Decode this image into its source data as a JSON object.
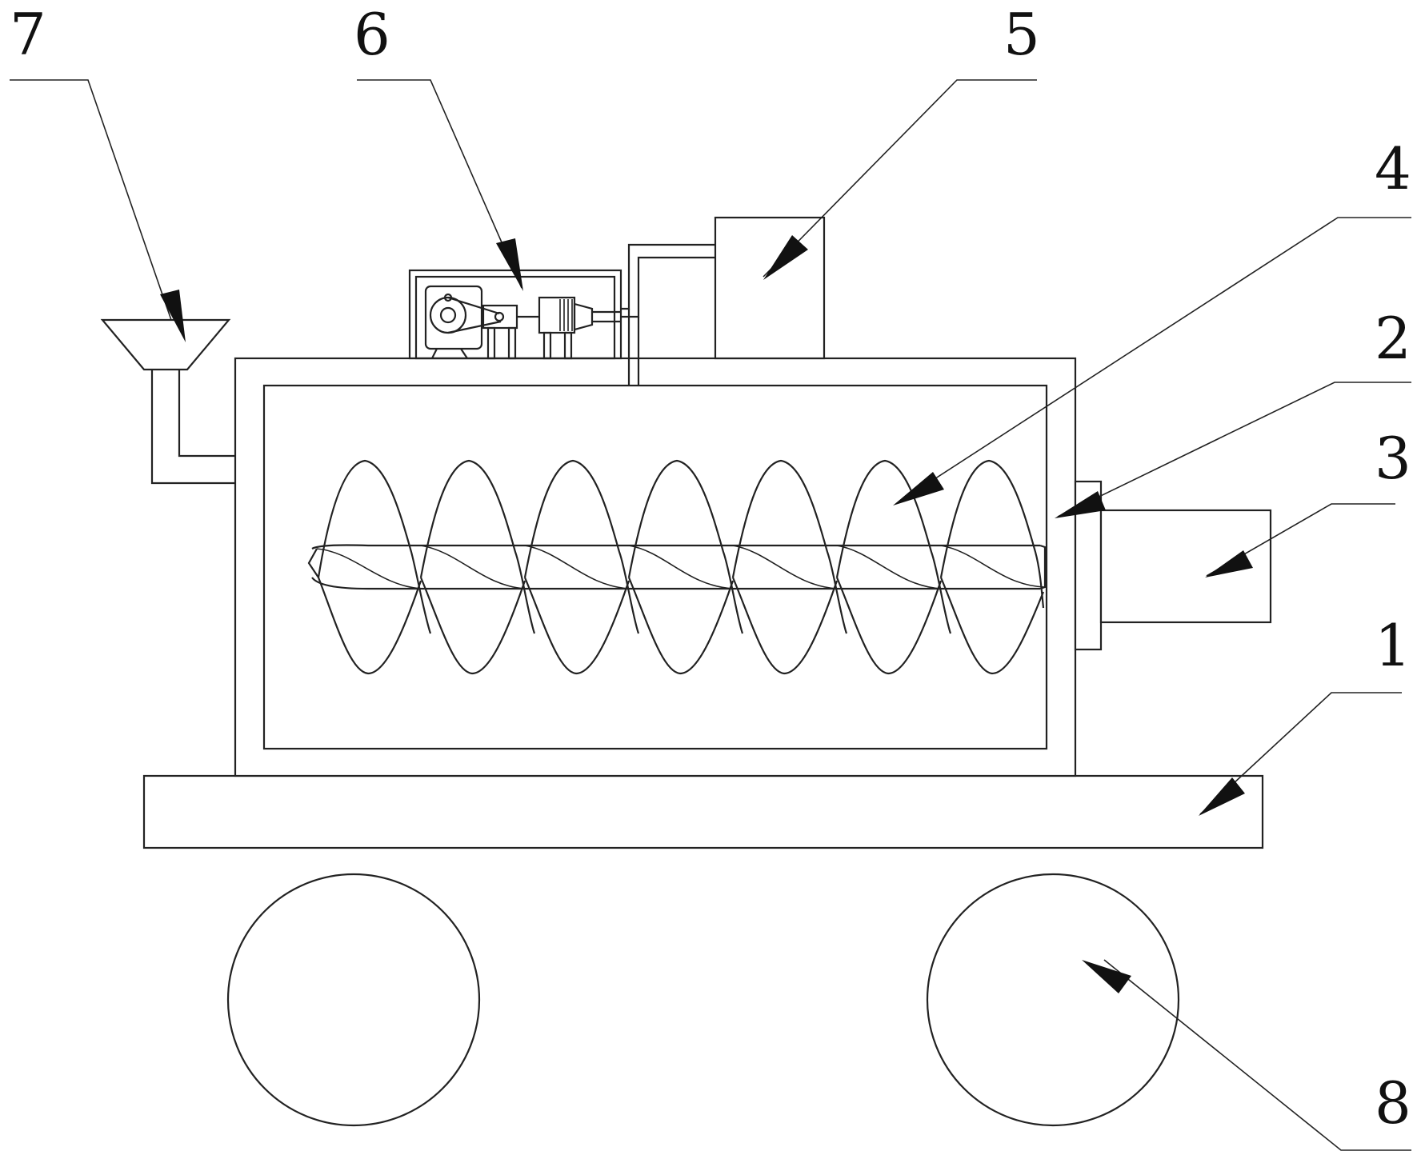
{
  "callouts": [
    {
      "id": "1",
      "text": "1"
    },
    {
      "id": "2",
      "text": "2"
    },
    {
      "id": "3",
      "text": "3"
    },
    {
      "id": "4",
      "text": "4"
    },
    {
      "id": "5",
      "text": "5"
    },
    {
      "id": "6",
      "text": "6"
    },
    {
      "id": "7",
      "text": "7"
    },
    {
      "id": "8",
      "text": "8"
    }
  ],
  "colors": {
    "line": "#222222",
    "background": "#ffffff"
  }
}
